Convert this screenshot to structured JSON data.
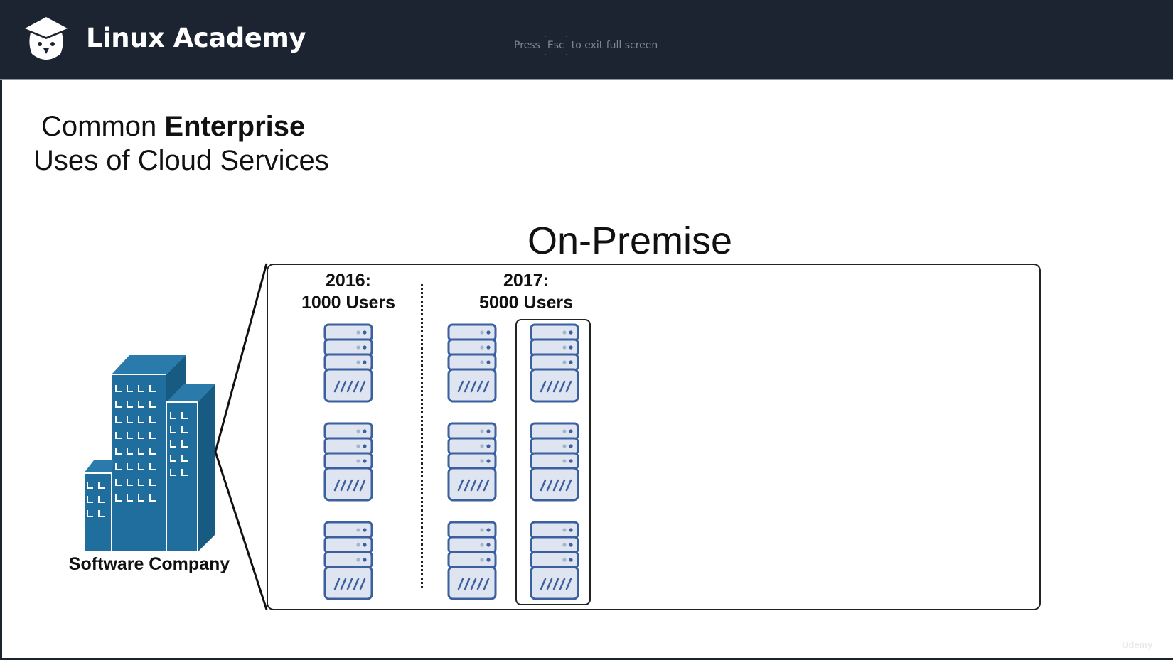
{
  "header": {
    "brand": "Linux Academy",
    "hint_prefix": "Press",
    "hint_key": "Esc",
    "hint_suffix": "to exit full screen"
  },
  "slide": {
    "title_line1_normal": "Common ",
    "title_line1_bold": "Enterprise",
    "title_line2": "Uses of Cloud Services",
    "section_title": "On-Premise",
    "company_label": "Software Company",
    "group_2016": {
      "year": "2016:",
      "users": "1000 Users",
      "servers": 3
    },
    "group_2017": {
      "year": "2017:",
      "users": "5000 Users",
      "servers": 6
    }
  },
  "watermark": "Udemy",
  "colors": {
    "header": "#1b2430",
    "server_fill": "#dfe5f0",
    "server_stroke": "#3b5f9f",
    "building": "#1f6e9e"
  }
}
